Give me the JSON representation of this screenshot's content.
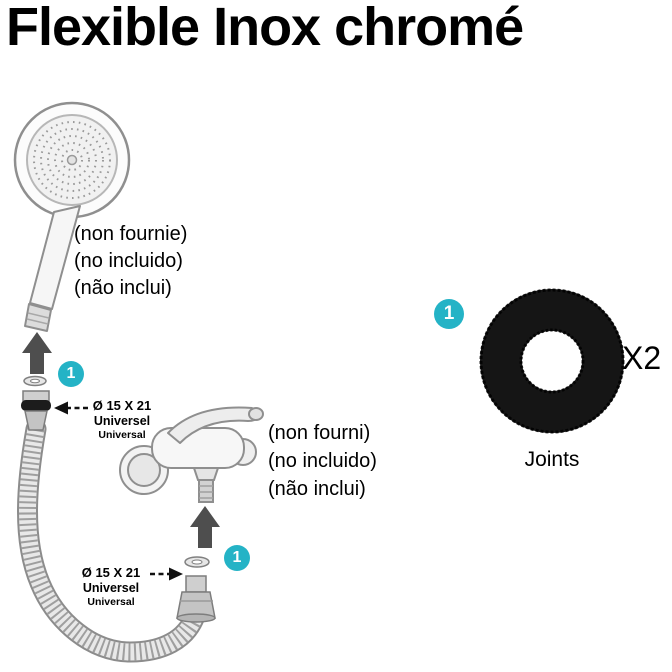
{
  "title": "Flexible Inox chromé",
  "colors": {
    "badge_teal": "#24b3c6"
  },
  "shower_head": {
    "notes": [
      "(non fournie)",
      "(no incluido)",
      "(não inclui)"
    ]
  },
  "faucet": {
    "notes": [
      "(non fourni)",
      "(no incluido)",
      "(não inclui)"
    ]
  },
  "connector_top": {
    "badge": "1",
    "size": "Ø 15 X 21",
    "standard_fr": "Universel",
    "standard_en": "Universal"
  },
  "connector_bottom": {
    "badge": "1",
    "size": "Ø 15 X 21",
    "standard_fr": "Universel",
    "standard_en": "Universal"
  },
  "joints": {
    "badge": "1",
    "quantity": "X2",
    "label": "Joints"
  }
}
